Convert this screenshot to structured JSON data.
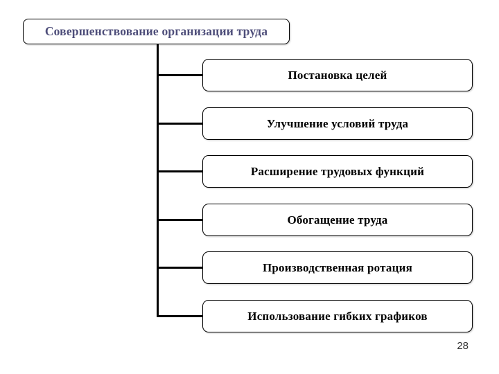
{
  "slide": {
    "title": "Совершенствование организации труда",
    "boxes": [
      {
        "label": "Постановка целей"
      },
      {
        "label": "Улучшение условий труда"
      },
      {
        "label": "Расширение трудовых функций"
      },
      {
        "label": "Обогащение труда"
      },
      {
        "label": "Производственная ротация"
      },
      {
        "label": "Использование гибких графиков"
      }
    ],
    "page_number": "28",
    "colors": {
      "background": "#ffffff",
      "line": "#000000",
      "title_text": "#4e4e7a",
      "box_text": "#000000",
      "page_number": "#333333"
    }
  }
}
